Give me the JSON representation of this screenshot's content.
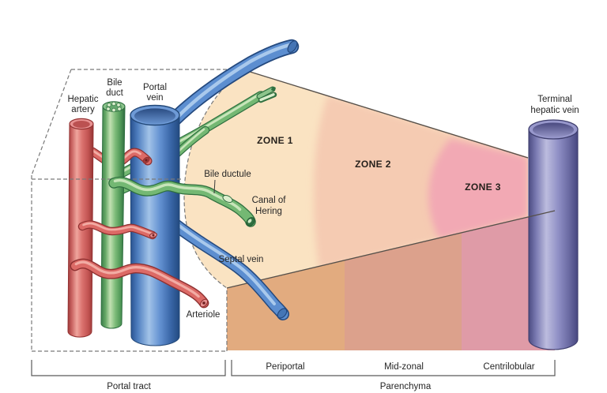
{
  "labels": {
    "hepatic_artery_lines": [
      "Hepatic",
      "artery"
    ],
    "bile_duct_lines": [
      "Bile",
      "duct"
    ],
    "portal_vein_lines": [
      "Portal",
      "vein"
    ],
    "terminal_hepatic_vein_lines": [
      "Terminal",
      "hepatic vein"
    ],
    "zone_1": "ZONE 1",
    "zone_2": "ZONE 2",
    "zone_3": "ZONE 3",
    "bile_ductule": "Bile ductule",
    "canal_of_hering_lines": [
      "Canal of",
      "Hering"
    ],
    "septal_vein": "Septal vein",
    "arteriole": "Arteriole",
    "periportal": "Periportal",
    "mid_zonal": "Mid-zonal",
    "centrilobular": "Centrilobular",
    "portal_tract": "Portal tract",
    "parenchyma": "Parenchyma"
  },
  "colors": {
    "zone1": "#FAE3C2",
    "zone2": "#F5CBB2",
    "zone3": "#F2A9B4",
    "periportal_band": "#E2AB7F",
    "mid_zonal_band": "#DCA18C",
    "centrilobular_band": "#DF9BA7",
    "artery_red": "#DC6A66",
    "duct_green": "#74B873",
    "vein_blue": "#5C8ED0",
    "terminal_vein_purple": "#9090C6",
    "edge_line": "#56504A",
    "dashed_line": "#7A7A7A",
    "text": "#262626"
  }
}
